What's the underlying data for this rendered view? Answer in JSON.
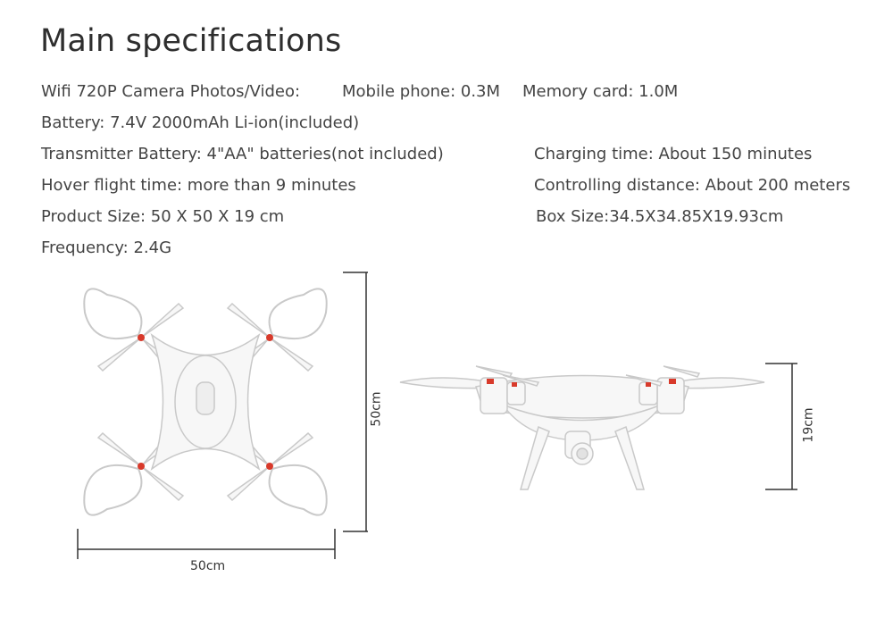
{
  "title": "Main specifications",
  "specs": {
    "camera": "Wifi 720P Camera Photos/Video:",
    "mobile_phone": "Mobile phone: 0.3M",
    "memory_card": "Memory card: 1.0M",
    "battery": "Battery: 7.4V 2000mAh Li-ion(included)",
    "transmitter_battery": "Transmitter Battery: 4\"AA\" batteries(not included)",
    "charging_time": "Charging time: About 150 minutes",
    "hover_time": "Hover flight time: more than 9 minutes",
    "controlling_distance": "Controlling distance: About 200 meters",
    "product_size": "Product Size: 50 X 50 X 19 cm",
    "box_size": "Box Size:34.5X34.85X19.93cm",
    "frequency": "Frequency: 2.4G"
  },
  "dimensions": {
    "top_width": "50cm",
    "top_height": "50cm",
    "side_height": "19cm"
  },
  "colors": {
    "drone_body": "#f7f7f7",
    "drone_outline": "#c9c9c9",
    "accent_red": "#d83a2b",
    "dimension_line": "#333333"
  }
}
